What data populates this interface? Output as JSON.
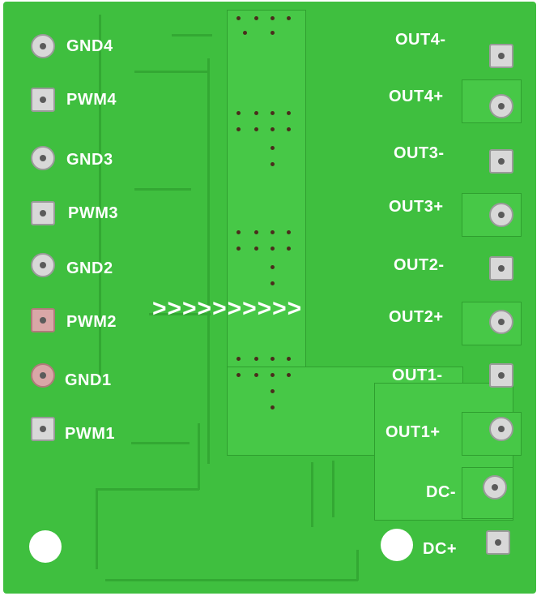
{
  "left_labels": [
    "GND4",
    "PWM4",
    "GND3",
    "PWM3",
    "GND2",
    "PWM2",
    "GND1",
    "PWM1"
  ],
  "right_labels": [
    "OUT4-",
    "OUT4+",
    "OUT3-",
    "OUT3+",
    "OUT2-",
    "OUT2+",
    "OUT1-",
    "OUT1+",
    "DC-",
    "DC+"
  ],
  "arrows_text": ">>>>>>>>>>",
  "colors": {
    "board": "#3fbf3f",
    "copper_pour": "#47c847",
    "pad": "#d8d8d8",
    "text": "#ffffff"
  }
}
